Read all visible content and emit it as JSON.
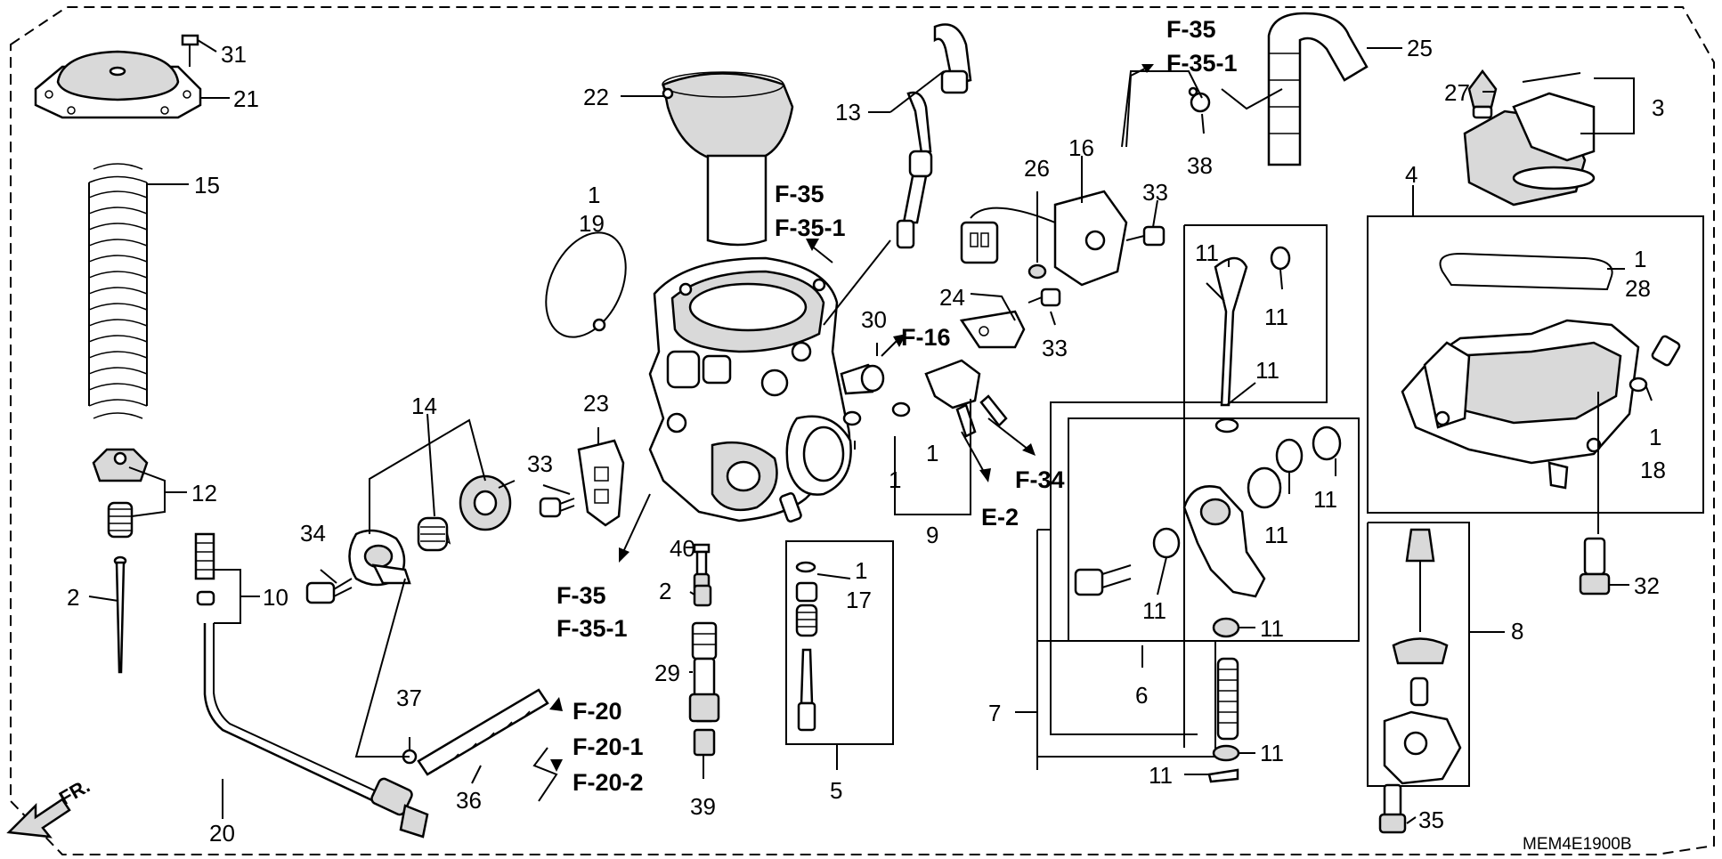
{
  "diagram": {
    "code": "MEM4E1900B",
    "direction_label": "FR.",
    "callouts": [
      {
        "id": "31",
        "text": "31"
      },
      {
        "id": "21",
        "text": "21"
      },
      {
        "id": "15",
        "text": "15"
      },
      {
        "id": "12",
        "text": "12"
      },
      {
        "id": "2a",
        "text": "2"
      },
      {
        "id": "10",
        "text": "10"
      },
      {
        "id": "20",
        "text": "20"
      },
      {
        "id": "34",
        "text": "34"
      },
      {
        "id": "14",
        "text": "14"
      },
      {
        "id": "37",
        "text": "37"
      },
      {
        "id": "36",
        "text": "36"
      },
      {
        "id": "22",
        "text": "22"
      },
      {
        "id": "1a",
        "text": "1"
      },
      {
        "id": "19",
        "text": "19"
      },
      {
        "id": "23",
        "text": "23"
      },
      {
        "id": "33a",
        "text": "33"
      },
      {
        "id": "13",
        "text": "13"
      },
      {
        "id": "40",
        "text": "40"
      },
      {
        "id": "2b",
        "text": "2"
      },
      {
        "id": "29",
        "text": "29"
      },
      {
        "id": "39",
        "text": "39"
      },
      {
        "id": "1b",
        "text": "1"
      },
      {
        "id": "17",
        "text": "17"
      },
      {
        "id": "5",
        "text": "5"
      },
      {
        "id": "30",
        "text": "30"
      },
      {
        "id": "24",
        "text": "24"
      },
      {
        "id": "1c",
        "text": "1"
      },
      {
        "id": "1d",
        "text": "1"
      },
      {
        "id": "9",
        "text": "9"
      },
      {
        "id": "26",
        "text": "26"
      },
      {
        "id": "16",
        "text": "16"
      },
      {
        "id": "33b",
        "text": "33"
      },
      {
        "id": "33c",
        "text": "33"
      },
      {
        "id": "38",
        "text": "38"
      },
      {
        "id": "25",
        "text": "25"
      },
      {
        "id": "27",
        "text": "27"
      },
      {
        "id": "3",
        "text": "3"
      },
      {
        "id": "4",
        "text": "4"
      },
      {
        "id": "1e",
        "text": "1"
      },
      {
        "id": "28",
        "text": "28"
      },
      {
        "id": "1f",
        "text": "1"
      },
      {
        "id": "18",
        "text": "18"
      },
      {
        "id": "32",
        "text": "32"
      },
      {
        "id": "8",
        "text": "8"
      },
      {
        "id": "35",
        "text": "35"
      },
      {
        "id": "11a",
        "text": "11"
      },
      {
        "id": "11b",
        "text": "11"
      },
      {
        "id": "11c",
        "text": "11"
      },
      {
        "id": "11d",
        "text": "11"
      },
      {
        "id": "11e",
        "text": "11"
      },
      {
        "id": "11f",
        "text": "11"
      },
      {
        "id": "11g",
        "text": "11"
      },
      {
        "id": "11h",
        "text": "11"
      },
      {
        "id": "11i",
        "text": "11"
      },
      {
        "id": "6",
        "text": "6"
      },
      {
        "id": "7",
        "text": "7"
      }
    ],
    "references": [
      {
        "id": "f35-top",
        "text": "F-35"
      },
      {
        "id": "f351-top",
        "text": "F-35-1"
      },
      {
        "id": "f35-mid",
        "text": "F-35"
      },
      {
        "id": "f351-mid",
        "text": "F-35-1"
      },
      {
        "id": "f35-low",
        "text": "F-35"
      },
      {
        "id": "f351-low",
        "text": "F-35-1"
      },
      {
        "id": "f16",
        "text": "F-16"
      },
      {
        "id": "f34",
        "text": "F-34"
      },
      {
        "id": "e2",
        "text": "E-2"
      },
      {
        "id": "f20",
        "text": "F-20"
      },
      {
        "id": "f201",
        "text": "F-20-1"
      },
      {
        "id": "f202",
        "text": "F-20-2"
      }
    ]
  }
}
